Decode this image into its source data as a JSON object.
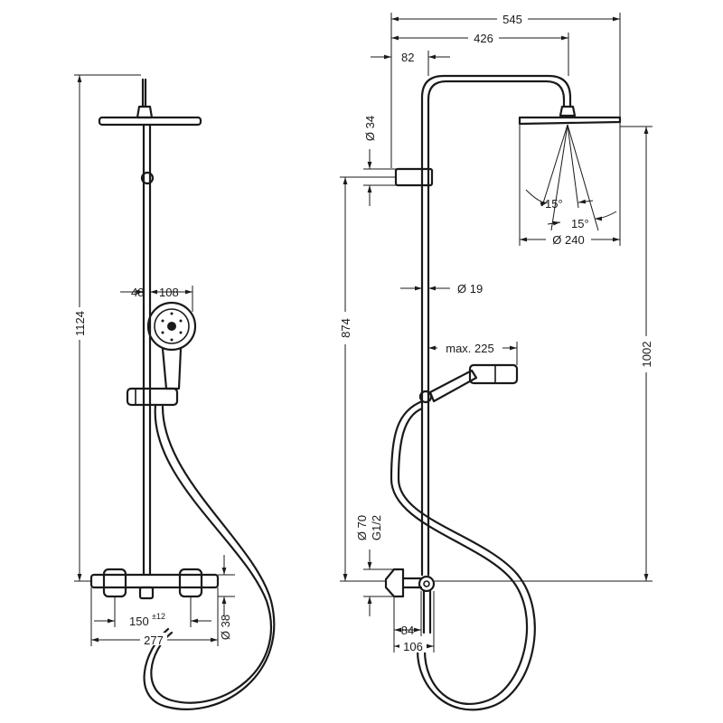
{
  "dimensions": {
    "front_height": "1124",
    "front_d48": "48",
    "front_d108": "108",
    "front_spacing": "150",
    "front_spacing_tolerance": "±12",
    "front_width": "277",
    "front_d38": "Ø 38",
    "side_total_reach": "545",
    "side_arm_reach": "426",
    "side_d82": "82",
    "side_d34": "Ø 34",
    "side_rail_length": "874",
    "side_rail_diameter": "Ø 19",
    "side_max_225": "max. 225",
    "side_angle_1": "15°",
    "side_angle_2": "15°",
    "side_head_diameter": "Ø 240",
    "side_head_height": "1002",
    "side_d70": "Ø 70",
    "side_thread": "G1/2",
    "side_d84": "84",
    "side_d106": "106"
  }
}
